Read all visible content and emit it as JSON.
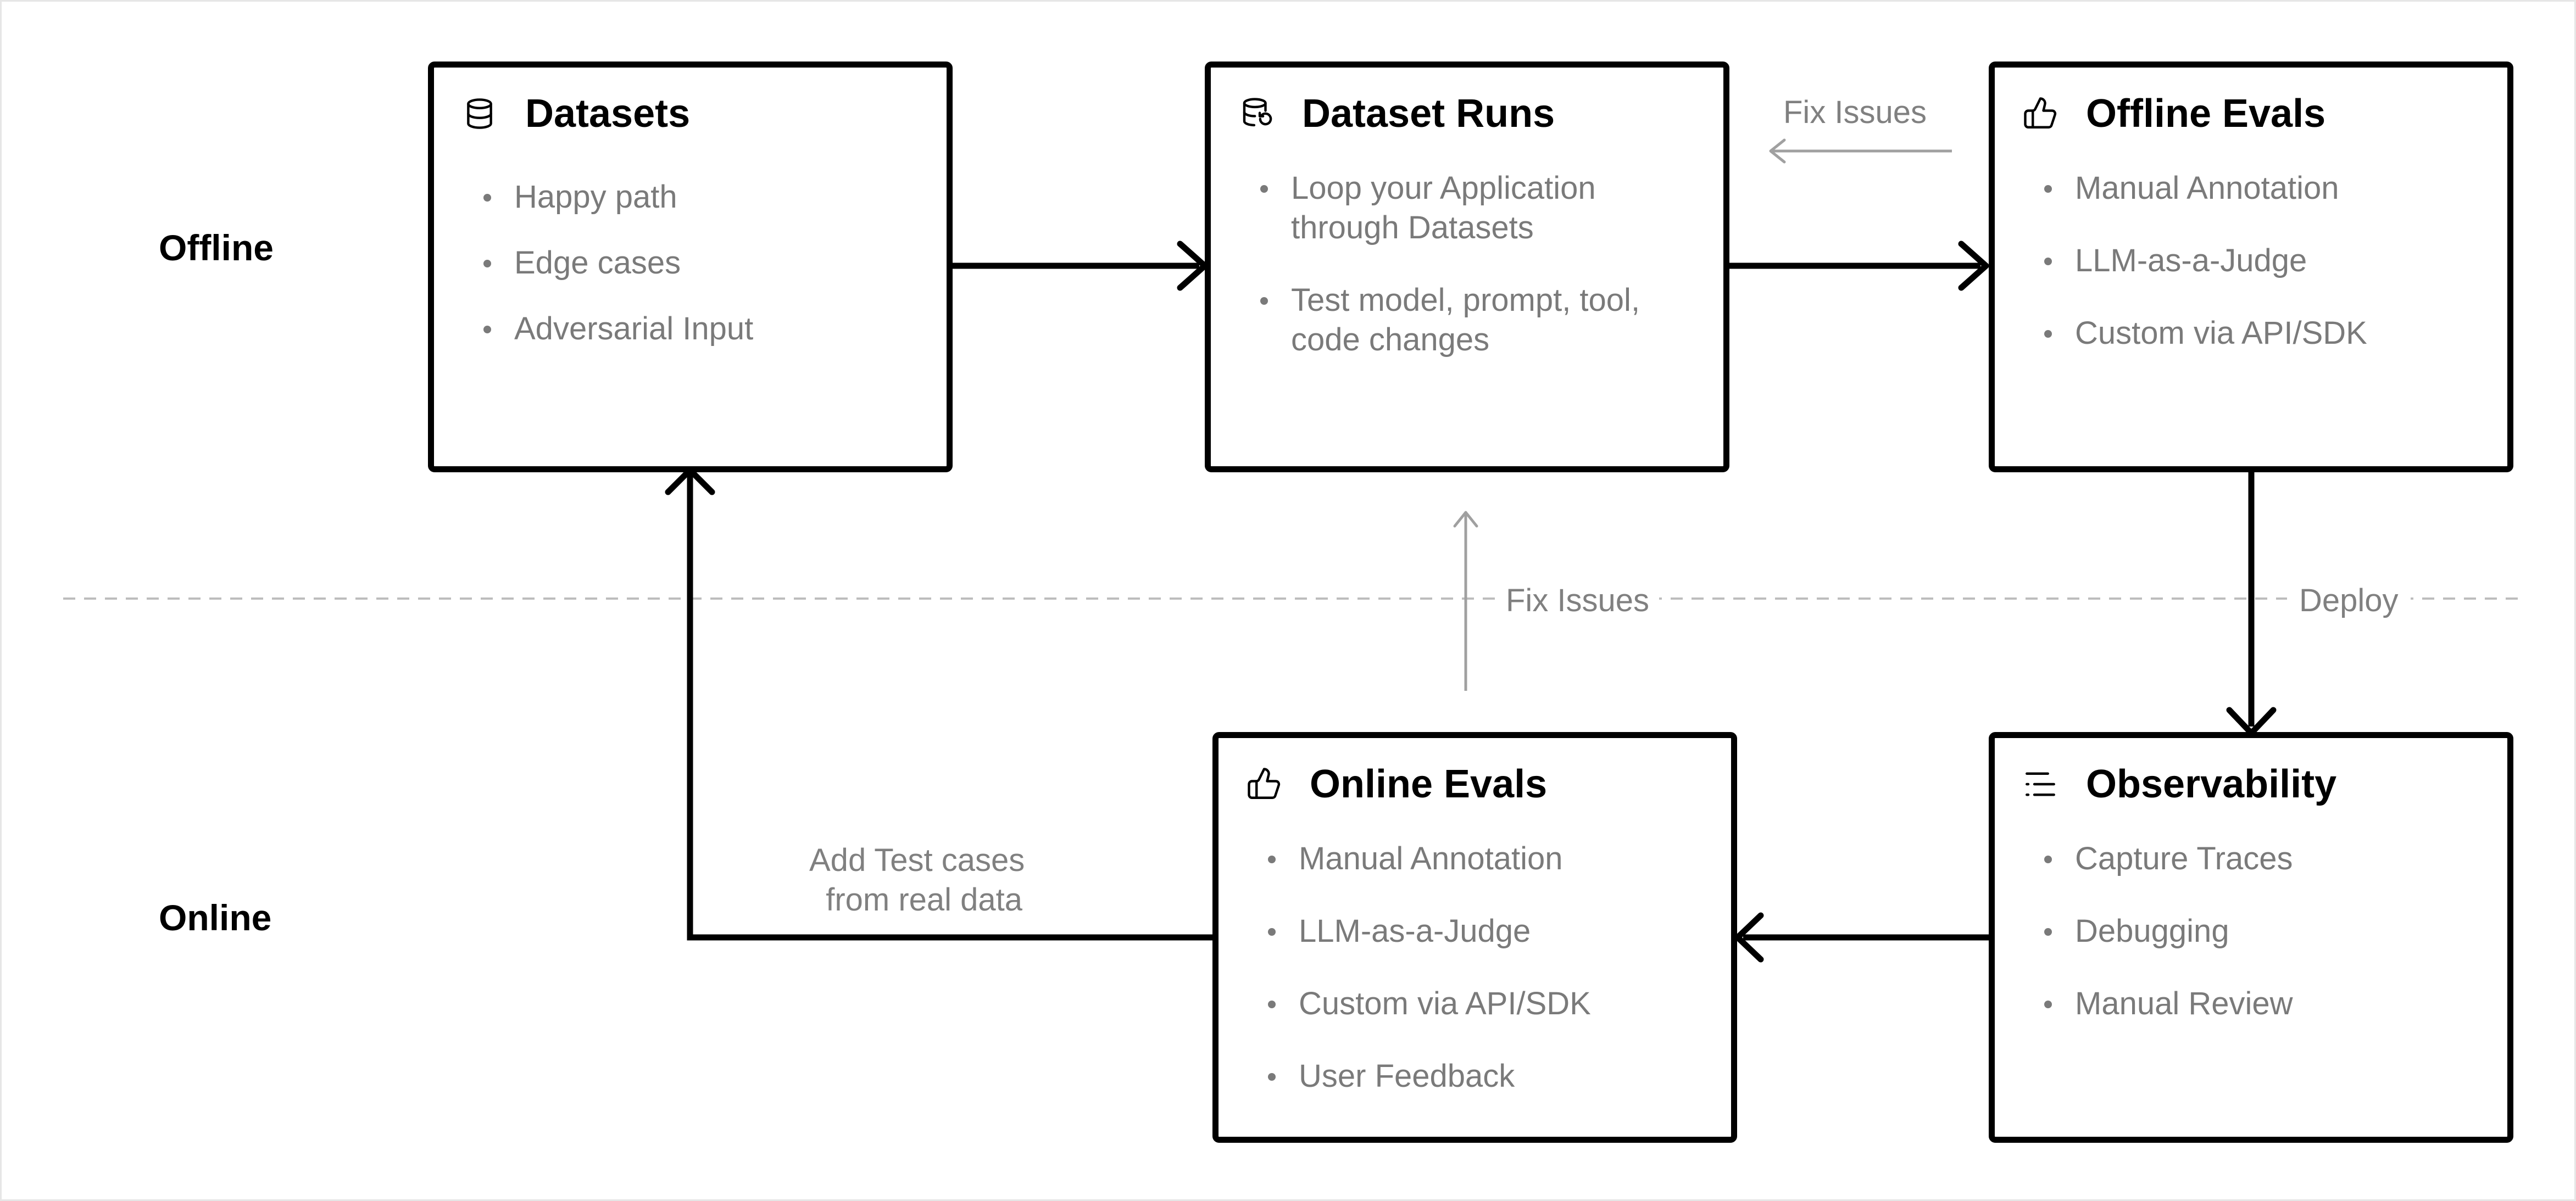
{
  "rows": {
    "offline": "Offline",
    "online": "Online"
  },
  "datasets": {
    "title": "Datasets",
    "icon": "database-icon",
    "items": [
      "Happy path",
      "Edge cases",
      "Adversarial Input"
    ]
  },
  "dataset_runs": {
    "title": "Dataset Runs",
    "icon": "database-refresh-icon",
    "items": [
      [
        "Loop your Application",
        "through Datasets"
      ],
      [
        "Test model, prompt, tool,",
        "code changes"
      ]
    ]
  },
  "offline_evals": {
    "title": "Offline Evals",
    "icon": "thumbs-up-icon",
    "items": [
      "Manual Annotation",
      "LLM-as-a-Judge",
      "Custom via API/SDK"
    ]
  },
  "online_evals": {
    "title": "Online Evals",
    "icon": "thumbs-up-icon",
    "items": [
      "Manual Annotation",
      "LLM-as-a-Judge",
      "Custom via API/SDK",
      "User Feedback"
    ]
  },
  "observability": {
    "title": "Observability",
    "icon": "list-indent-icon",
    "items": [
      "Capture Traces",
      "Debugging",
      "Manual Review"
    ]
  },
  "edges": {
    "fix_issues_top": "Fix Issues",
    "fix_issues_mid": "Fix Issues",
    "deploy": "Deploy",
    "add_test_cases": [
      "Add Test cases",
      "from real data"
    ]
  },
  "colors": {
    "primary": "#000000",
    "muted_text": "#7a7a7a",
    "muted_line": "#a0a0a0",
    "divider": "#bdbdbd"
  }
}
